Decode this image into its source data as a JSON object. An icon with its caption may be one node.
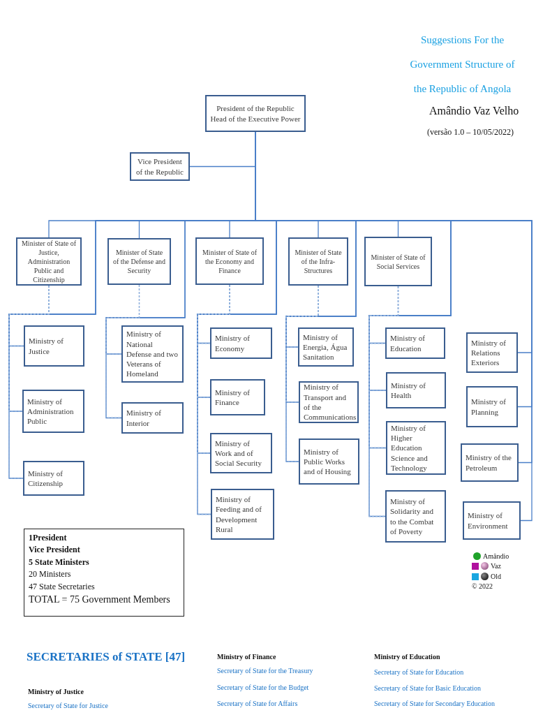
{
  "diagram": {
    "title": "Suggestions For the Government Structure of the Republic of Angola",
    "nodes": [
      {
        "text": [
          "President of the Republic Head of the Executive Power"
        ]
      },
      {
        "text": [
          "Vice President of the Republic"
        ]
      },
      {
        "text": [
          "Minister of State of Justice, Administration Public and Citizenship"
        ]
      },
      {
        "text": [
          "Minister of State of the Defense and Security"
        ]
      },
      {
        "text": [
          "Minister of State of the Economy and Finance"
        ]
      },
      {
        "text": [
          "Minister of State of the Infra-Structures"
        ]
      },
      {
        "text": [
          "Minister of State of Social Services"
        ]
      },
      {
        "text": [
          "Ministry of Justice"
        ]
      },
      {
        "text": [
          "Ministry of Administration Public"
        ]
      },
      {
        "text": [
          "Ministry of Citizenship"
        ]
      },
      {
        "text": [
          "Ministry of National Defense and two Veterans of Homeland"
        ]
      },
      {
        "text": [
          "Ministry of Interior"
        ]
      },
      {
        "text": [
          "Ministry of Economy"
        ]
      },
      {
        "text": [
          "Ministry of Finance"
        ]
      },
      {
        "text": [
          "Ministry of Work and of Social Security"
        ]
      },
      {
        "text": [
          "Ministry of Feeding and of Development Rural"
        ]
      },
      {
        "text": [
          "Ministry of Energia, Água Sanitation"
        ]
      },
      {
        "text": [
          "Ministry of Transport and of the Communications"
        ]
      },
      {
        "text": [
          "Ministry of Public Works and of Housing"
        ]
      },
      {
        "text": [
          "Ministry of Education"
        ]
      },
      {
        "text": [
          "Ministry of Health"
        ]
      },
      {
        "text": [
          "Ministry of Higher Education Science and Technology"
        ]
      },
      {
        "text": [
          "Ministry of Solidarity and to the Combat of Poverty"
        ]
      },
      {
        "text": [
          "Ministry of Relations Exteriors"
        ]
      },
      {
        "text": [
          "Ministry of Planning"
        ]
      },
      {
        "text": [
          "Ministry of the Petroleum"
        ]
      },
      {
        "text": [
          "Ministry of Environment"
        ]
      },
      {
        "text": [
          "1President",
          "Vice President",
          "5 State Ministers",
          "20 Ministers",
          "47 State Secretaries",
          "TOTAL = 75 Government Members"
        ]
      }
    ],
    "edges": [
      {
        "from": 0,
        "to": 1,
        "arrow": "none"
      },
      {
        "from": 0,
        "to": 2,
        "arrow": "none"
      },
      {
        "from": 0,
        "to": 3,
        "arrow": "none"
      },
      {
        "from": 0,
        "to": 4,
        "arrow": "none"
      },
      {
        "from": 0,
        "to": 5,
        "arrow": "none"
      },
      {
        "from": 0,
        "to": 6,
        "arrow": "none"
      },
      {
        "from": 0,
        "to": 7,
        "arrow": "none"
      },
      {
        "from": 0,
        "to": 8,
        "arrow": "none"
      },
      {
        "from": 0,
        "to": 9,
        "arrow": "none"
      },
      {
        "from": 0,
        "to": 10,
        "arrow": "none"
      },
      {
        "from": 0,
        "to": 11,
        "arrow": "none"
      },
      {
        "from": 0,
        "to": 12,
        "arrow": "none"
      },
      {
        "from": 0,
        "to": 13,
        "arrow": "none"
      },
      {
        "from": 0,
        "to": 14,
        "arrow": "none"
      },
      {
        "from": 0,
        "to": 15,
        "arrow": "none"
      },
      {
        "from": 0,
        "to": 16,
        "arrow": "none"
      },
      {
        "from": 0,
        "to": 17,
        "arrow": "none"
      },
      {
        "from": 0,
        "to": 18,
        "arrow": "none"
      },
      {
        "from": 0,
        "to": 19,
        "arrow": "none"
      },
      {
        "from": 0,
        "to": 20,
        "arrow": "none"
      },
      {
        "from": 0,
        "to": 21,
        "arrow": "none"
      },
      {
        "from": 0,
        "to": 22,
        "arrow": "none"
      },
      {
        "from": 0,
        "to": 23,
        "arrow": "none"
      },
      {
        "from": 0,
        "to": 24,
        "arrow": "none"
      },
      {
        "from": 0,
        "to": 25,
        "arrow": "none"
      },
      {
        "from": 0,
        "to": 26,
        "arrow": "none"
      },
      {
        "from": 2,
        "to": 7,
        "arrow": "none",
        "style": "dashed"
      },
      {
        "from": 2,
        "to": 8,
        "arrow": "none",
        "style": "dashed"
      },
      {
        "from": 2,
        "to": 9,
        "arrow": "none",
        "style": "dashed"
      },
      {
        "from": 3,
        "to": 10,
        "arrow": "none",
        "style": "dashed"
      },
      {
        "from": 3,
        "to": 11,
        "arrow": "none",
        "style": "dashed"
      },
      {
        "from": 4,
        "to": 12,
        "arrow": "none",
        "style": "dashed"
      },
      {
        "from": 4,
        "to": 13,
        "arrow": "none",
        "style": "dashed"
      },
      {
        "from": 4,
        "to": 14,
        "arrow": "none",
        "style": "dashed"
      },
      {
        "from": 4,
        "to": 15,
        "arrow": "none",
        "style": "dashed"
      },
      {
        "from": 5,
        "to": 16,
        "arrow": "none",
        "style": "dashed"
      },
      {
        "from": 5,
        "to": 17,
        "arrow": "none",
        "style": "dashed"
      },
      {
        "from": 5,
        "to": 18,
        "arrow": "none",
        "style": "dashed"
      },
      {
        "from": 6,
        "to": 19,
        "arrow": "none",
        "style": "dashed"
      },
      {
        "from": 6,
        "to": 20,
        "arrow": "none",
        "style": "dashed"
      },
      {
        "from": 6,
        "to": 21,
        "arrow": "none",
        "style": "dashed"
      },
      {
        "from": 6,
        "to": 22,
        "arrow": "none",
        "style": "dashed"
      }
    ],
    "labels": [
      "Amândio Vaz Velho",
      "(versão 1.0 – 10/05/2022)",
      "© 2022",
      "SECRETARIES of STATE [47]",
      "Ministry of Finance",
      "Secretary of State for the Treasury",
      "Secretary of State for the Budget",
      "Secretary of State for Affairs",
      "Ministry of Education",
      "Secretary of State for Education",
      "Secretary of State for Basic Education",
      "Secretary of State for Secondary Education",
      "Ministry of Justice",
      "Secretary of State for Justice"
    ],
    "legend": [
      {
        "text": "Amândio",
        "color": "#1fa22a"
      },
      {
        "text": "Vaz",
        "color": "#b0109e"
      },
      {
        "text": "Old",
        "color": "#1aa6e0"
      }
    ]
  }
}
